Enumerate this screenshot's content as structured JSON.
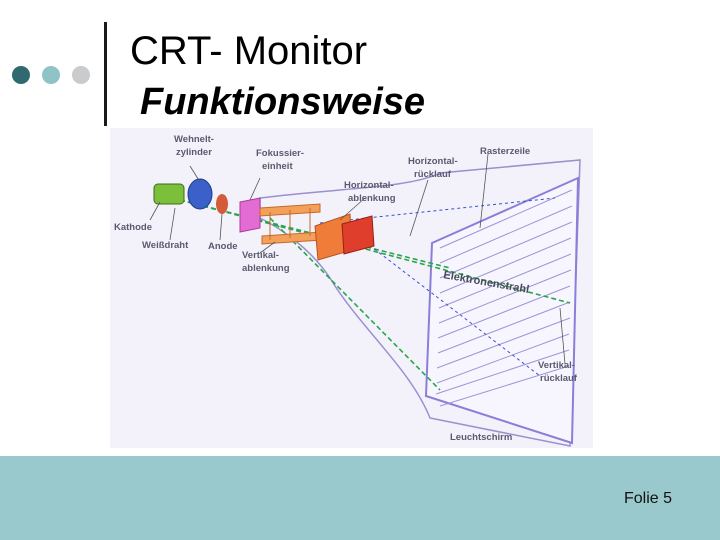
{
  "slide": {
    "title": "CRT- Monitor",
    "subtitle": "Funktionsweise",
    "footer_text": "Folie 5"
  },
  "decor": {
    "dot_colors": [
      "#2f6a70",
      "#8fc3c7",
      "#c9cbcc"
    ],
    "footer_color": "#99c9cc"
  },
  "diagram": {
    "labels": {
      "wehnelt": [
        "Wehnelt-",
        "zylinder"
      ],
      "fokus": [
        "Fokussier-",
        "einheit"
      ],
      "horiz_ablenkung": [
        "Horizontal-",
        "ablenkung"
      ],
      "horiz_ruecklauf": [
        "Horizontal-",
        "rücklauf"
      ],
      "rasterzeile": "Rasterzeile",
      "kathode": "Kathode",
      "weissdraht": "Weißdraht",
      "anode": "Anode",
      "vert_ablenkung": [
        "Vertikal-",
        "ablenkung"
      ],
      "elektronenstrahl": "Elektronenstrahl",
      "vert_ruecklauf": [
        "Vertikal-",
        "rücklauf"
      ],
      "leuchtschirm": "Leuchtschirm"
    }
  }
}
